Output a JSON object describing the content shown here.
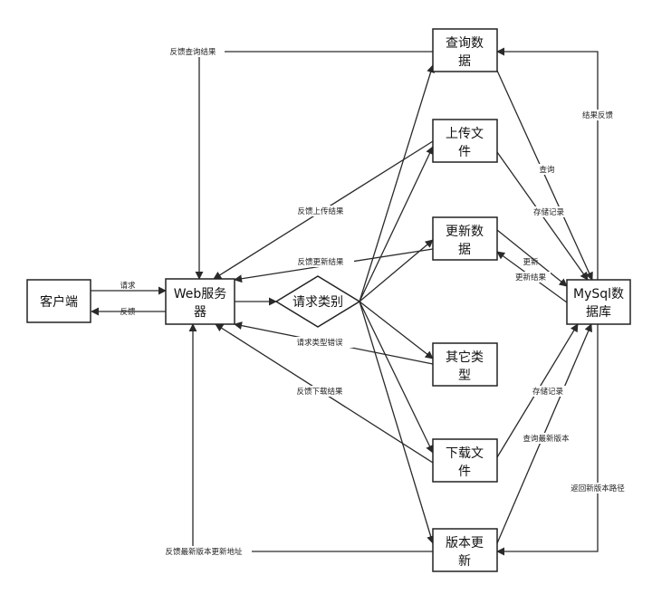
{
  "nodes": {
    "client": [
      "客户端"
    ],
    "web": [
      "Web服务",
      "器"
    ],
    "type": [
      "请求类别"
    ],
    "query": [
      "查询数",
      "据"
    ],
    "upload": [
      "上传文",
      "件"
    ],
    "update": [
      "更新数",
      "据"
    ],
    "other": [
      "其它类",
      "型"
    ],
    "download": [
      "下载文",
      "件"
    ],
    "version": [
      "版本更",
      "新"
    ],
    "mysql": [
      "MySql数",
      "据库"
    ]
  },
  "edges": {
    "client_request": "请求",
    "web_feedback": "反馈",
    "feedback_query": "反馈查询结果",
    "feedback_upload": "反馈上传结果",
    "feedback_update": "反馈更新结果",
    "type_error": "请求类型错误",
    "feedback_download": "反馈下载结果",
    "feedback_version": "反馈最新版本更新地址",
    "db_result": "结果反馈",
    "query_db": "查询",
    "upload_store": "存储记录",
    "update_db": "更新",
    "update_result": "更新结果",
    "download_store": "存储记录",
    "query_latest_version": "查询最新版本",
    "return_version_path": "返回新版本路径"
  },
  "colors": {
    "line": "#2a2a2a",
    "box_border": "#222222"
  }
}
